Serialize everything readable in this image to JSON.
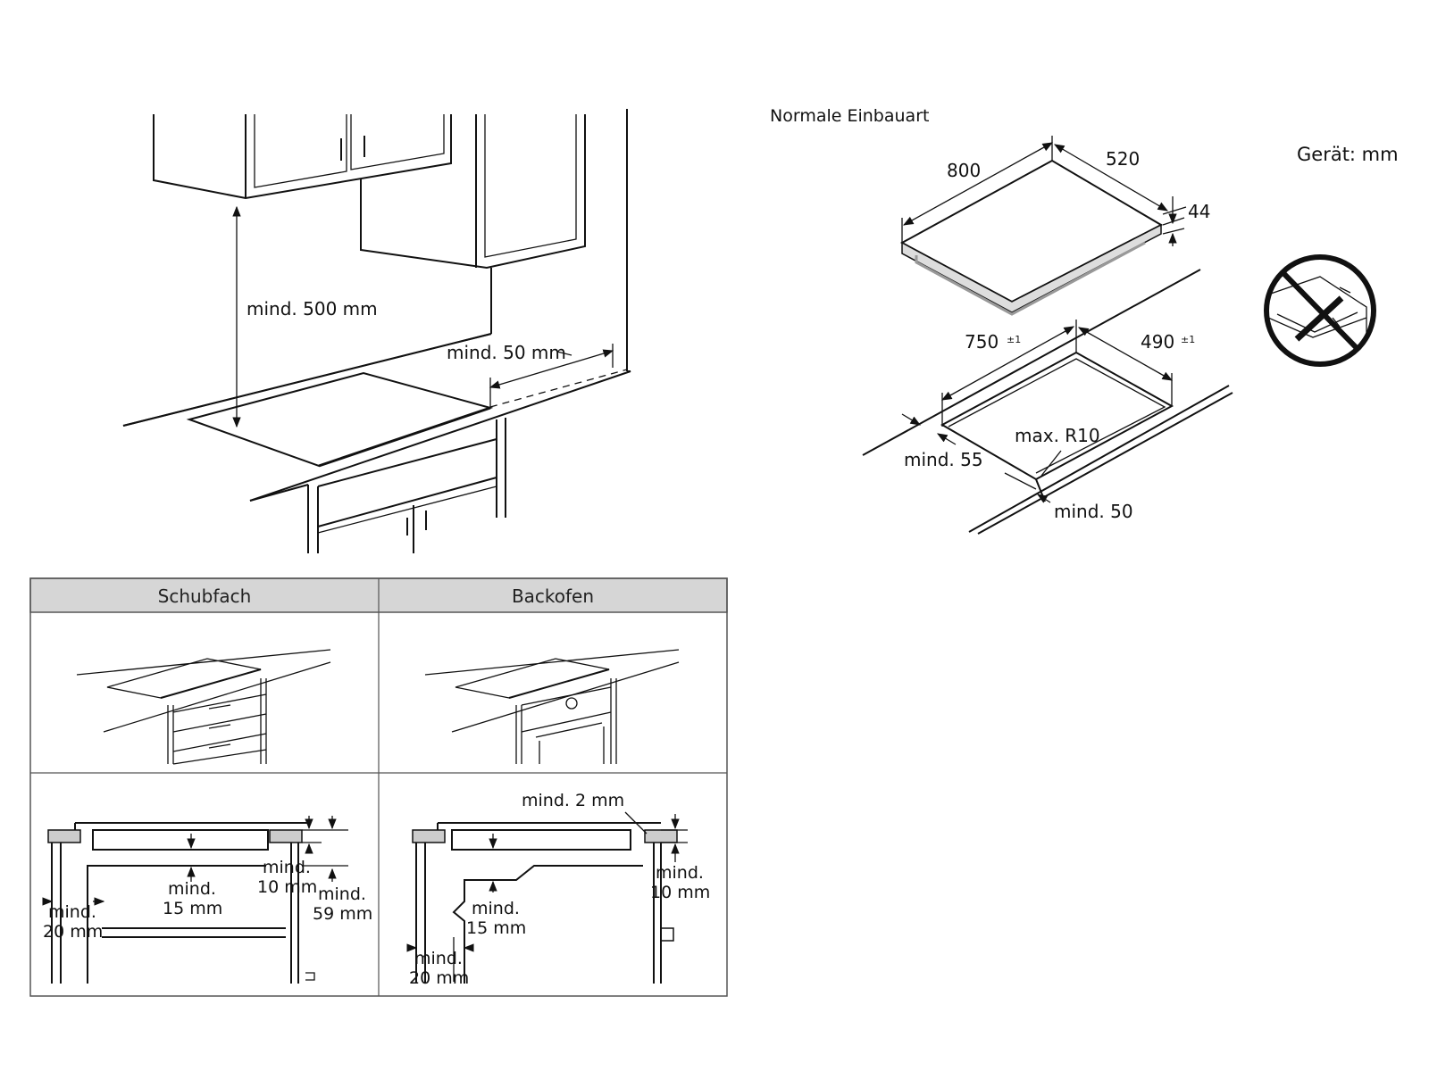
{
  "top_left": {
    "height_label": "mind. 500 mm",
    "side_gap_label": "mind. 50 mm"
  },
  "right": {
    "title": "Normale Einbauart",
    "unit_label": "Gerät: mm",
    "device": {
      "width": "800",
      "depth": "520",
      "height": "44"
    },
    "cutout": {
      "width": "750",
      "width_tol": "±1",
      "depth": "490",
      "depth_tol": "±1",
      "radius": "max. R10",
      "front_gap": "mind. 55",
      "rear_gap": "mind. 50"
    }
  },
  "table": {
    "col1_header": "Schubfach",
    "col2_header": "Backofen",
    "drawer": {
      "front_l1": "mind.",
      "front_l2": "20 mm",
      "under_l1": "mind.",
      "under_l2": "15 mm",
      "side_l1": "mind.",
      "side_l2": "10 mm",
      "depth_l1": "mind.",
      "depth_l2": "59 mm"
    },
    "oven": {
      "top_gap": "mind. 2 mm",
      "side_l1": "mind.",
      "side_l2": "10 mm",
      "under_l1": "mind.",
      "under_l2": "15 mm",
      "front_l1": "mind.",
      "front_l2": "20 mm"
    }
  },
  "icons": [
    "no-sealant-icon"
  ]
}
